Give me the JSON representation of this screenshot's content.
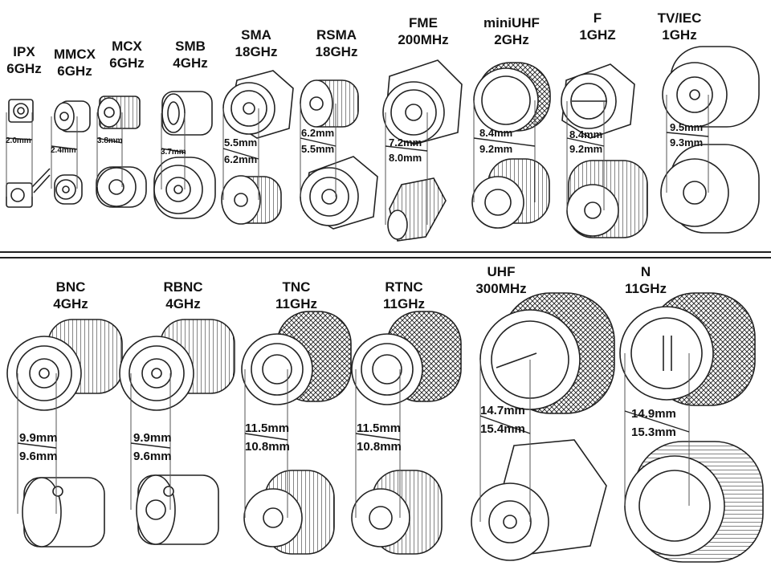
{
  "row1": [
    {
      "name": "IPX",
      "freq": "6GHz",
      "d1": "2.0mm",
      "d2": ""
    },
    {
      "name": "MMCX",
      "freq": "6GHz",
      "d1": "2.4mm",
      "d2": ""
    },
    {
      "name": "MCX",
      "freq": "6GHz",
      "d1": "3.8mm",
      "d2": ""
    },
    {
      "name": "SMB",
      "freq": "4GHz",
      "d1": "3.7mm",
      "d2": ""
    },
    {
      "name": "SMA",
      "freq": "18GHz",
      "d1": "5.5mm",
      "d2": "6.2mm"
    },
    {
      "name": "RSMA",
      "freq": "18GHz",
      "d1": "6.2mm",
      "d2": "5.5mm"
    },
    {
      "name": "FME",
      "freq": "200MHz",
      "d1": "7.2mm",
      "d2": "8.0mm"
    },
    {
      "name": "miniUHF",
      "freq": "2GHz",
      "d1": "8.4mm",
      "d2": "9.2mm"
    },
    {
      "name": "F",
      "freq": "1GHZ",
      "d1": "8.4mm",
      "d2": "9.2mm"
    },
    {
      "name": "TV/IEC",
      "freq": "1GHz",
      "d1": "9.5mm",
      "d2": "9.3mm"
    }
  ],
  "row2": [
    {
      "name": "BNC",
      "freq": "4GHz",
      "d1": "9.9mm",
      "d2": "9.6mm"
    },
    {
      "name": "RBNC",
      "freq": "4GHz",
      "d1": "9.9mm",
      "d2": "9.6mm"
    },
    {
      "name": "TNC",
      "freq": "11GHz",
      "d1": "11.5mm",
      "d2": "10.8mm"
    },
    {
      "name": "RTNC",
      "freq": "11GHz",
      "d1": "11.5mm",
      "d2": "10.8mm"
    },
    {
      "name": "UHF",
      "freq": "300MHz",
      "d1": "14.7mm",
      "d2": "15.4mm"
    },
    {
      "name": "N",
      "freq": "11GHz",
      "d1": "14.9mm",
      "d2": "15.3mm"
    }
  ]
}
